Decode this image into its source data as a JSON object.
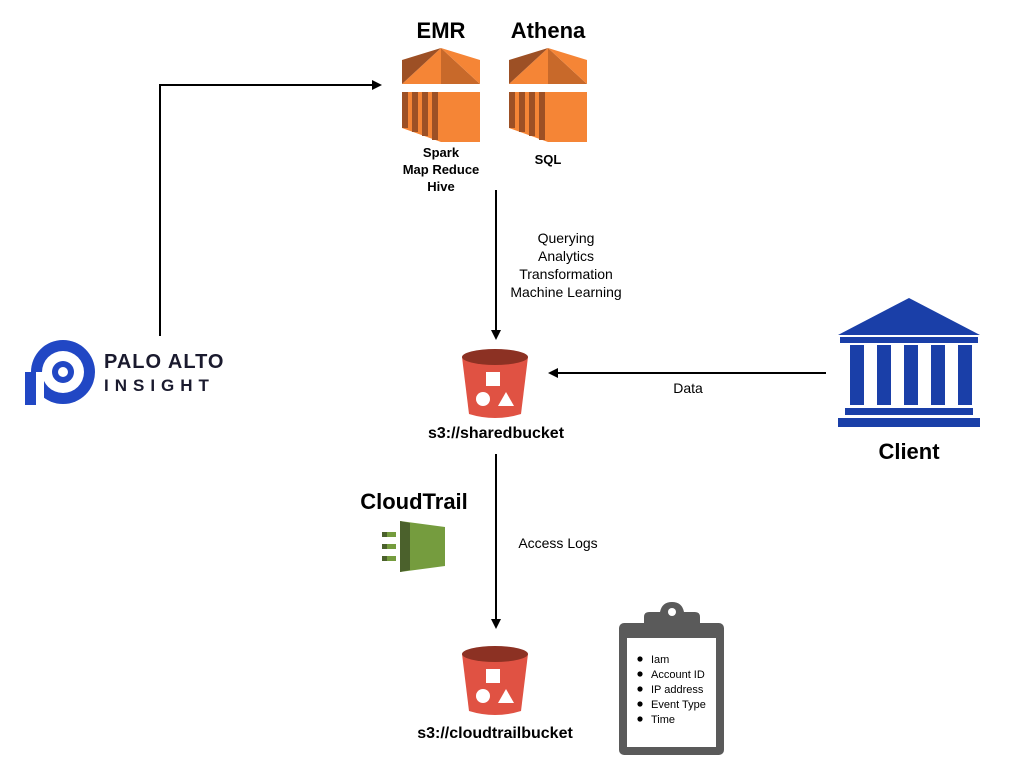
{
  "emr": {
    "title": "EMR",
    "line1": "Spark",
    "line2": "Map Reduce",
    "line3": "Hive"
  },
  "athena": {
    "title": "Athena",
    "subtitle": "SQL"
  },
  "edges": {
    "emr_to_shared": [
      "Querying",
      "Analytics",
      "Transformation",
      "Machine Learning"
    ],
    "client_to_shared": "Data",
    "shared_to_cloudtrail": "Access Logs"
  },
  "paloalto": {
    "line1": "PALO ALTO",
    "line2": "INSIGHT"
  },
  "shared_bucket": {
    "label": "s3://sharedbucket"
  },
  "client": {
    "label": "Client"
  },
  "cloudtrail": {
    "label": "CloudTrail"
  },
  "cloudtrail_bucket": {
    "label": "s3://cloudtrailbucket"
  },
  "clipboard": {
    "items": [
      "Iam",
      "Account ID",
      "IP address",
      "Event Type",
      "Time"
    ]
  },
  "colors": {
    "aws_orange": "#f58536",
    "aws_orange_dark": "#9d5025",
    "s3_red": "#e05243",
    "s3_red_dark": "#8c3123",
    "cloudtrail_green": "#759c3e",
    "cloudtrail_green_dark": "#4b612c",
    "client_blue": "#1a3fa8",
    "paloalto_blue": "#2147c4",
    "clipboard_gray": "#5a5a5a"
  }
}
